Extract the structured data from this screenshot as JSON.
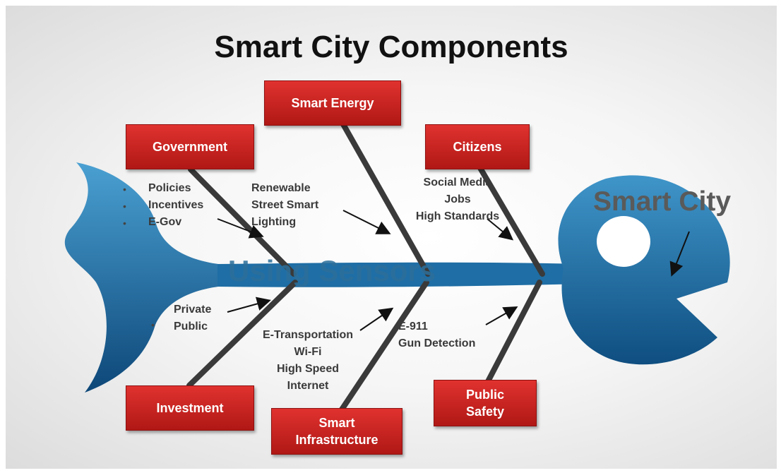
{
  "title": "Smart City Components",
  "head_label": "Smart City",
  "spine_label": "Using Sensors",
  "colors": {
    "box": "#c8211e",
    "fish": "#1f6ea5",
    "bones": "#3a3a3a"
  },
  "categories": {
    "government": "Government",
    "smart_energy": "Smart Energy",
    "citizens": "Citizens",
    "investment": "Investment",
    "smart_infrastructure": "Smart\nInfrastructure",
    "public_safety": "Public\nSafety"
  },
  "details": {
    "government": [
      "Policies",
      "Incentives",
      "E-Gov"
    ],
    "smart_energy": [
      "Renewable",
      "Street Smart",
      "Lighting"
    ],
    "citizens": [
      "Social Media",
      "Jobs",
      "High Standards"
    ],
    "investment": [
      "Private",
      "Public"
    ],
    "smart_infrastructure": [
      "E-Transportation",
      "Wi-Fi",
      "High Speed",
      "Internet"
    ],
    "public_safety": [
      "E-911",
      "Gun Detection"
    ]
  },
  "bullet": "•"
}
